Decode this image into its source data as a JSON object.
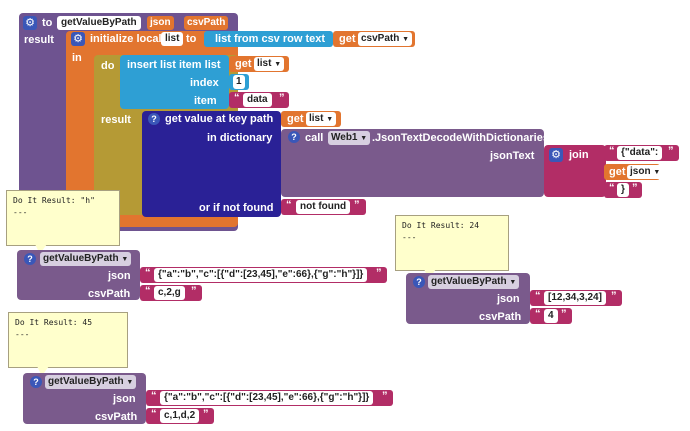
{
  "procedure": {
    "to_label": "to",
    "name": "getValueByPath",
    "params": [
      "json",
      "csvPath"
    ],
    "result_label": "result",
    "init_local_label": "initialize local",
    "local_var": "list",
    "to2_label": "to",
    "list_from_csv_label": "list from csv row  text",
    "get_label": "get",
    "csv_var": "csvPath",
    "in_label": "in",
    "do_label": "do",
    "insert_label": "insert list item  list",
    "insert_list_var": "list",
    "index_label": "index",
    "index_value": "1",
    "item_label": "item",
    "item_value": "data",
    "result2_label": "result",
    "lookup_label": "get value at key path",
    "path_var": "list",
    "in_dict_label": "in dictionary",
    "call_label": "call",
    "component": "Web1",
    "method": ".JsonTextDecodeWithDictionaries",
    "jsontext_label": "jsonText",
    "join_label": "join",
    "join_parts": [
      "{\"data\":",
      "json",
      "}"
    ],
    "not_found_label": "or if not found",
    "not_found_value": "not found"
  },
  "calls": [
    {
      "bubble": "Do It Result: \"h\"\n---",
      "name": "getValueByPath",
      "json_label": "json",
      "json_value": "{\"a\":\"b\",\"c\":[{\"d\":[23,45],\"e\":66},{\"g\":\"h\"}]}",
      "path_label": "csvPath",
      "path_value": "c,2,g"
    },
    {
      "bubble": "Do It Result: 24\n---",
      "name": "getValueByPath",
      "json_label": "json",
      "json_value": "[12,34,3,24]",
      "path_label": "csvPath",
      "path_value": "4"
    },
    {
      "bubble": "Do It Result: 45\n---",
      "name": "getValueByPath",
      "json_label": "json",
      "json_value": "{\"a\":\"b\",\"c\":[{\"d\":[23,45],\"e\":66},{\"g\":\"h\"}]}",
      "path_label": "csvPath",
      "path_value": "c,1,d,2"
    }
  ],
  "colors": {
    "procedure": "#6e5390",
    "variables": "#e2752f",
    "control": "#b59a35",
    "lists": "#2e9fd4",
    "dictionaries": "#2a2196",
    "component": "#7a5a8c",
    "text": "#b22d66"
  },
  "icons": {
    "mutator": "gear-icon",
    "help": "question-icon",
    "dropdown": "chevron-down-icon"
  }
}
